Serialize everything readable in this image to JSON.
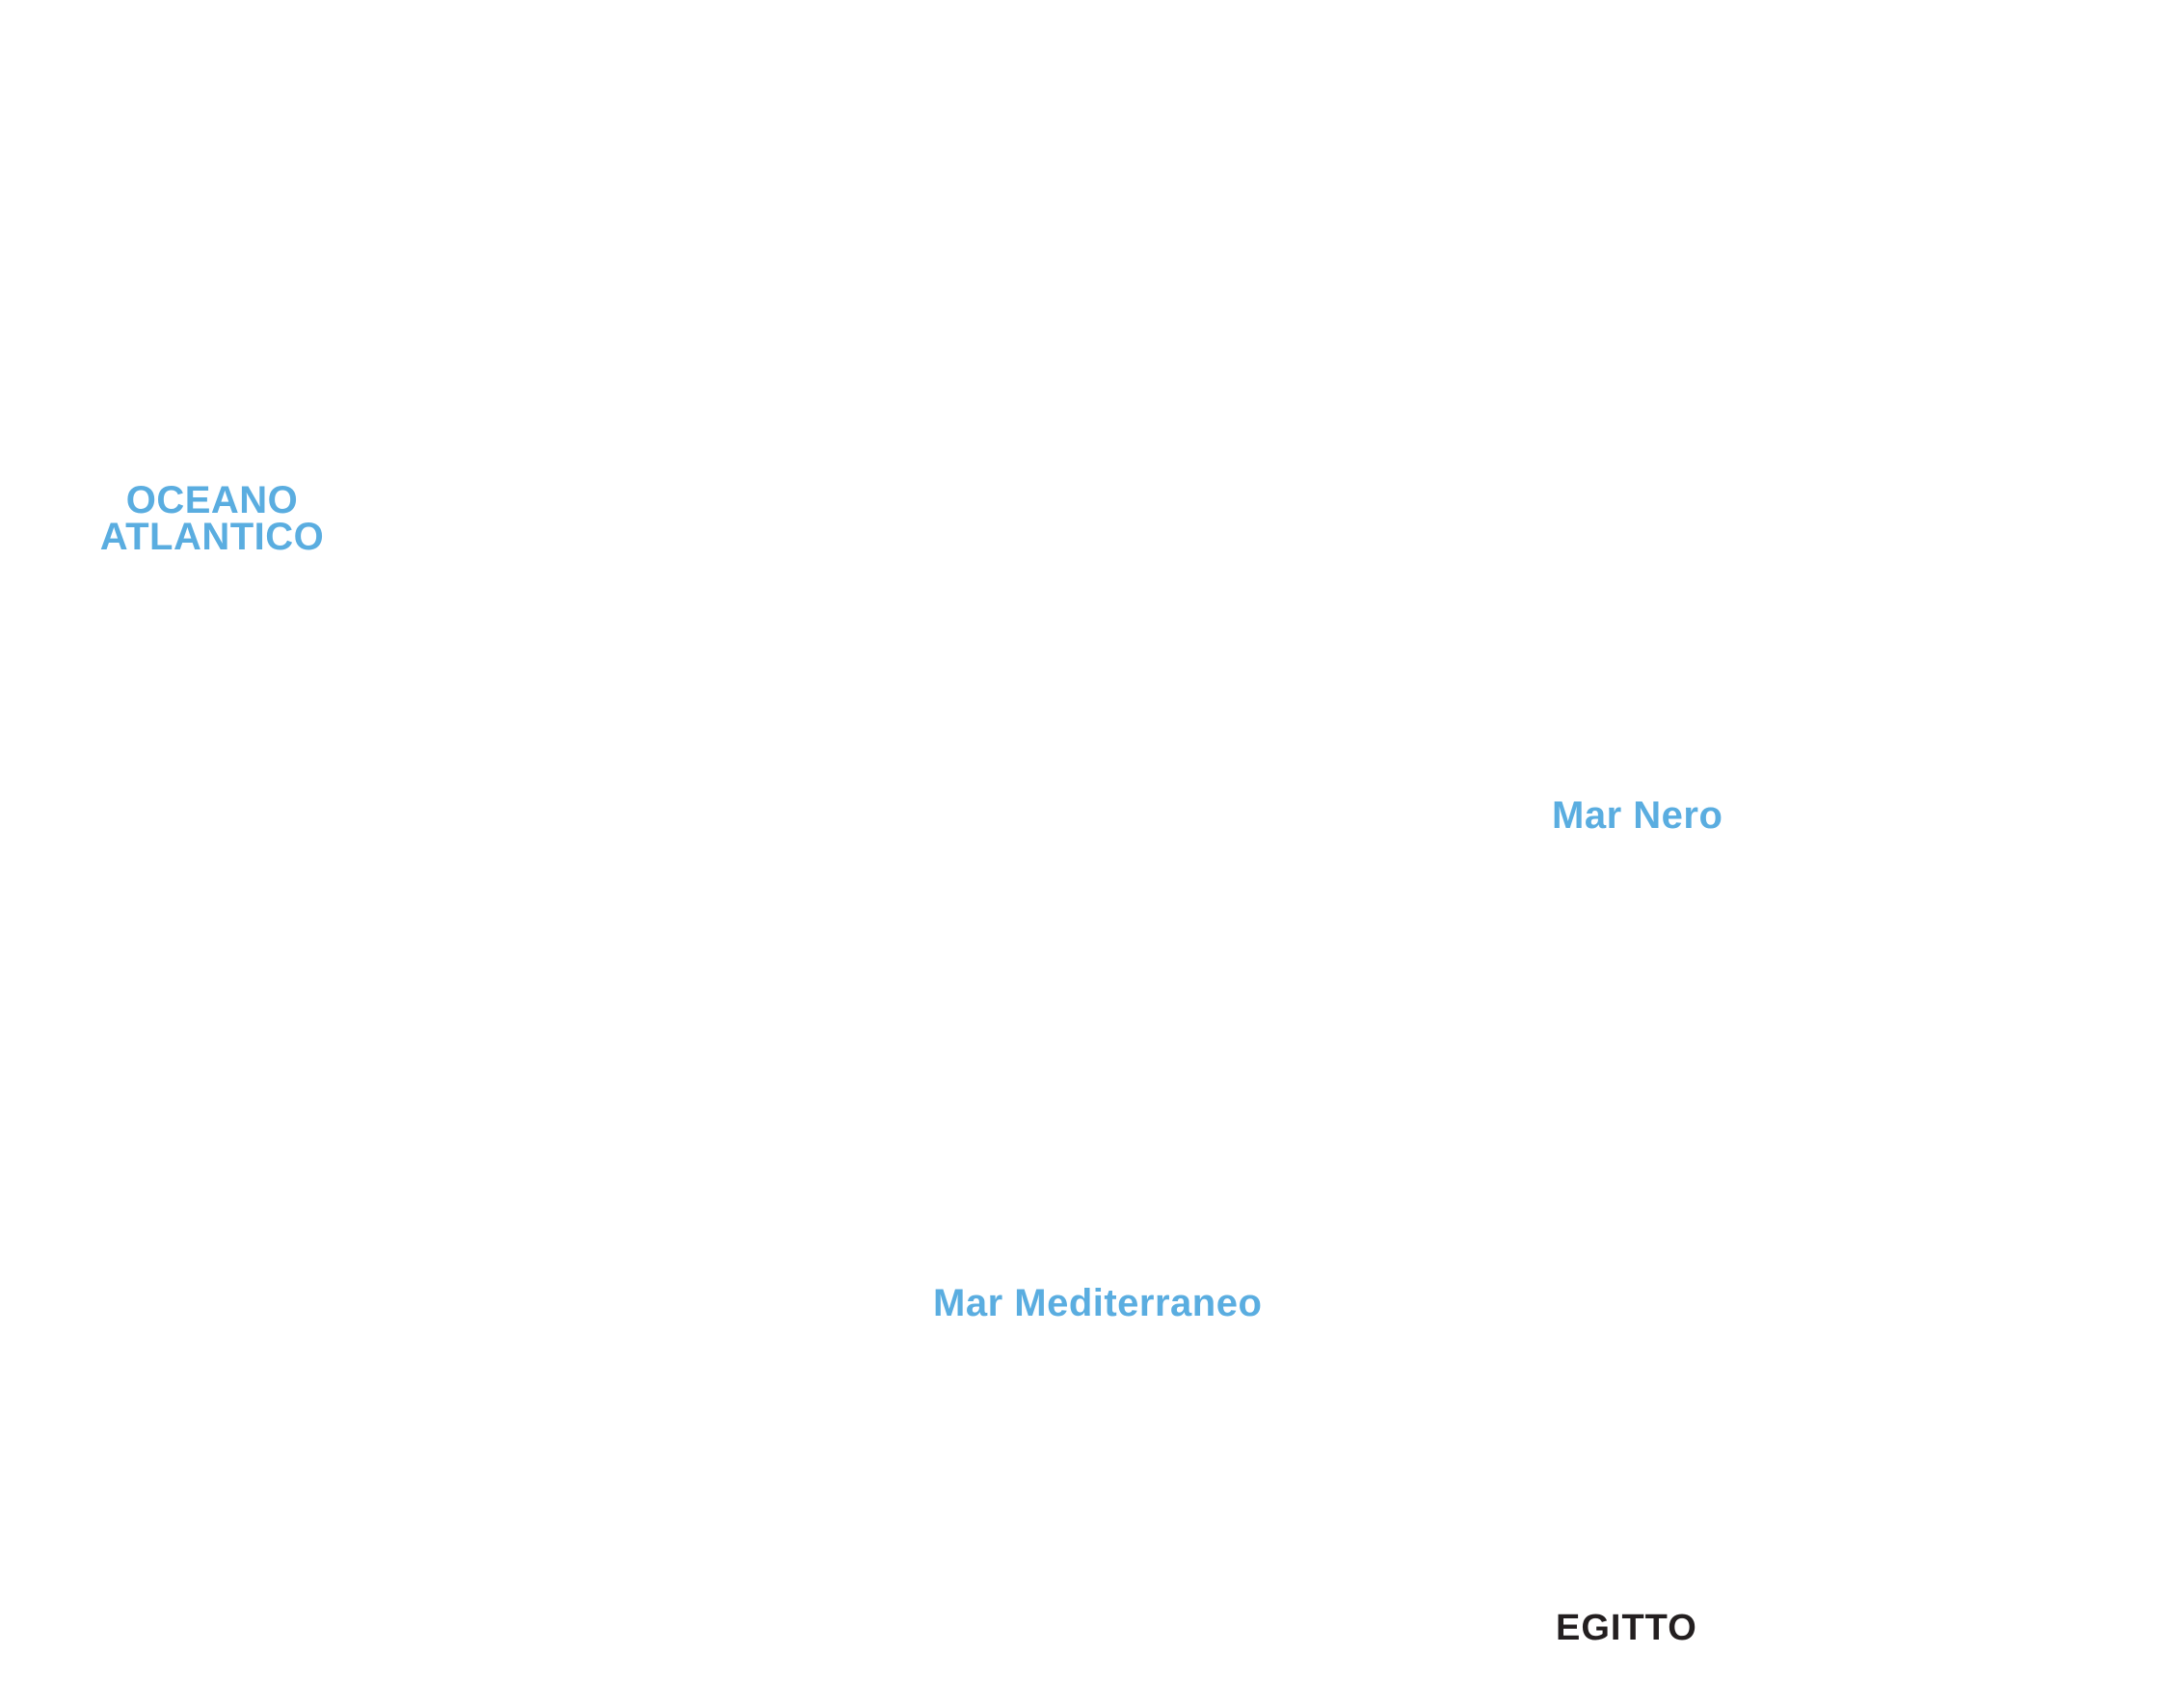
{
  "map": {
    "labels": {
      "atlantic_line1": "OCEANO",
      "atlantic_line2": "ATLANTICO",
      "black_sea": "Mar Nero",
      "mediterranean": "Mar Mediterraneo",
      "egypt": "EGITTO"
    },
    "colors": {
      "water_label": "#5aade0",
      "country_label": "#231f20",
      "background": "#ffffff"
    }
  }
}
